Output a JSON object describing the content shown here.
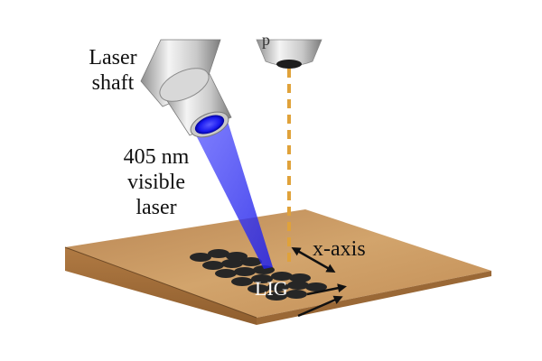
{
  "labels": {
    "laser_shaft_line1": "Laser",
    "laser_shaft_line2": "shaft",
    "laser_desc_line1": "405 nm",
    "laser_desc_line2": "visible",
    "laser_desc_line3": "laser",
    "x_axis": "x-axis",
    "lig": "LIG",
    "partial_top_label": "p"
  },
  "colors": {
    "wood_top": "#c9965d",
    "wood_front": "#a9743e",
    "laser_beam": "#3b3bff",
    "guide_line": "#e0a23a",
    "lig_spot": "#262626",
    "housing": "#cfcfcf"
  },
  "icons": {
    "arrow": "double-headed-arrow"
  }
}
